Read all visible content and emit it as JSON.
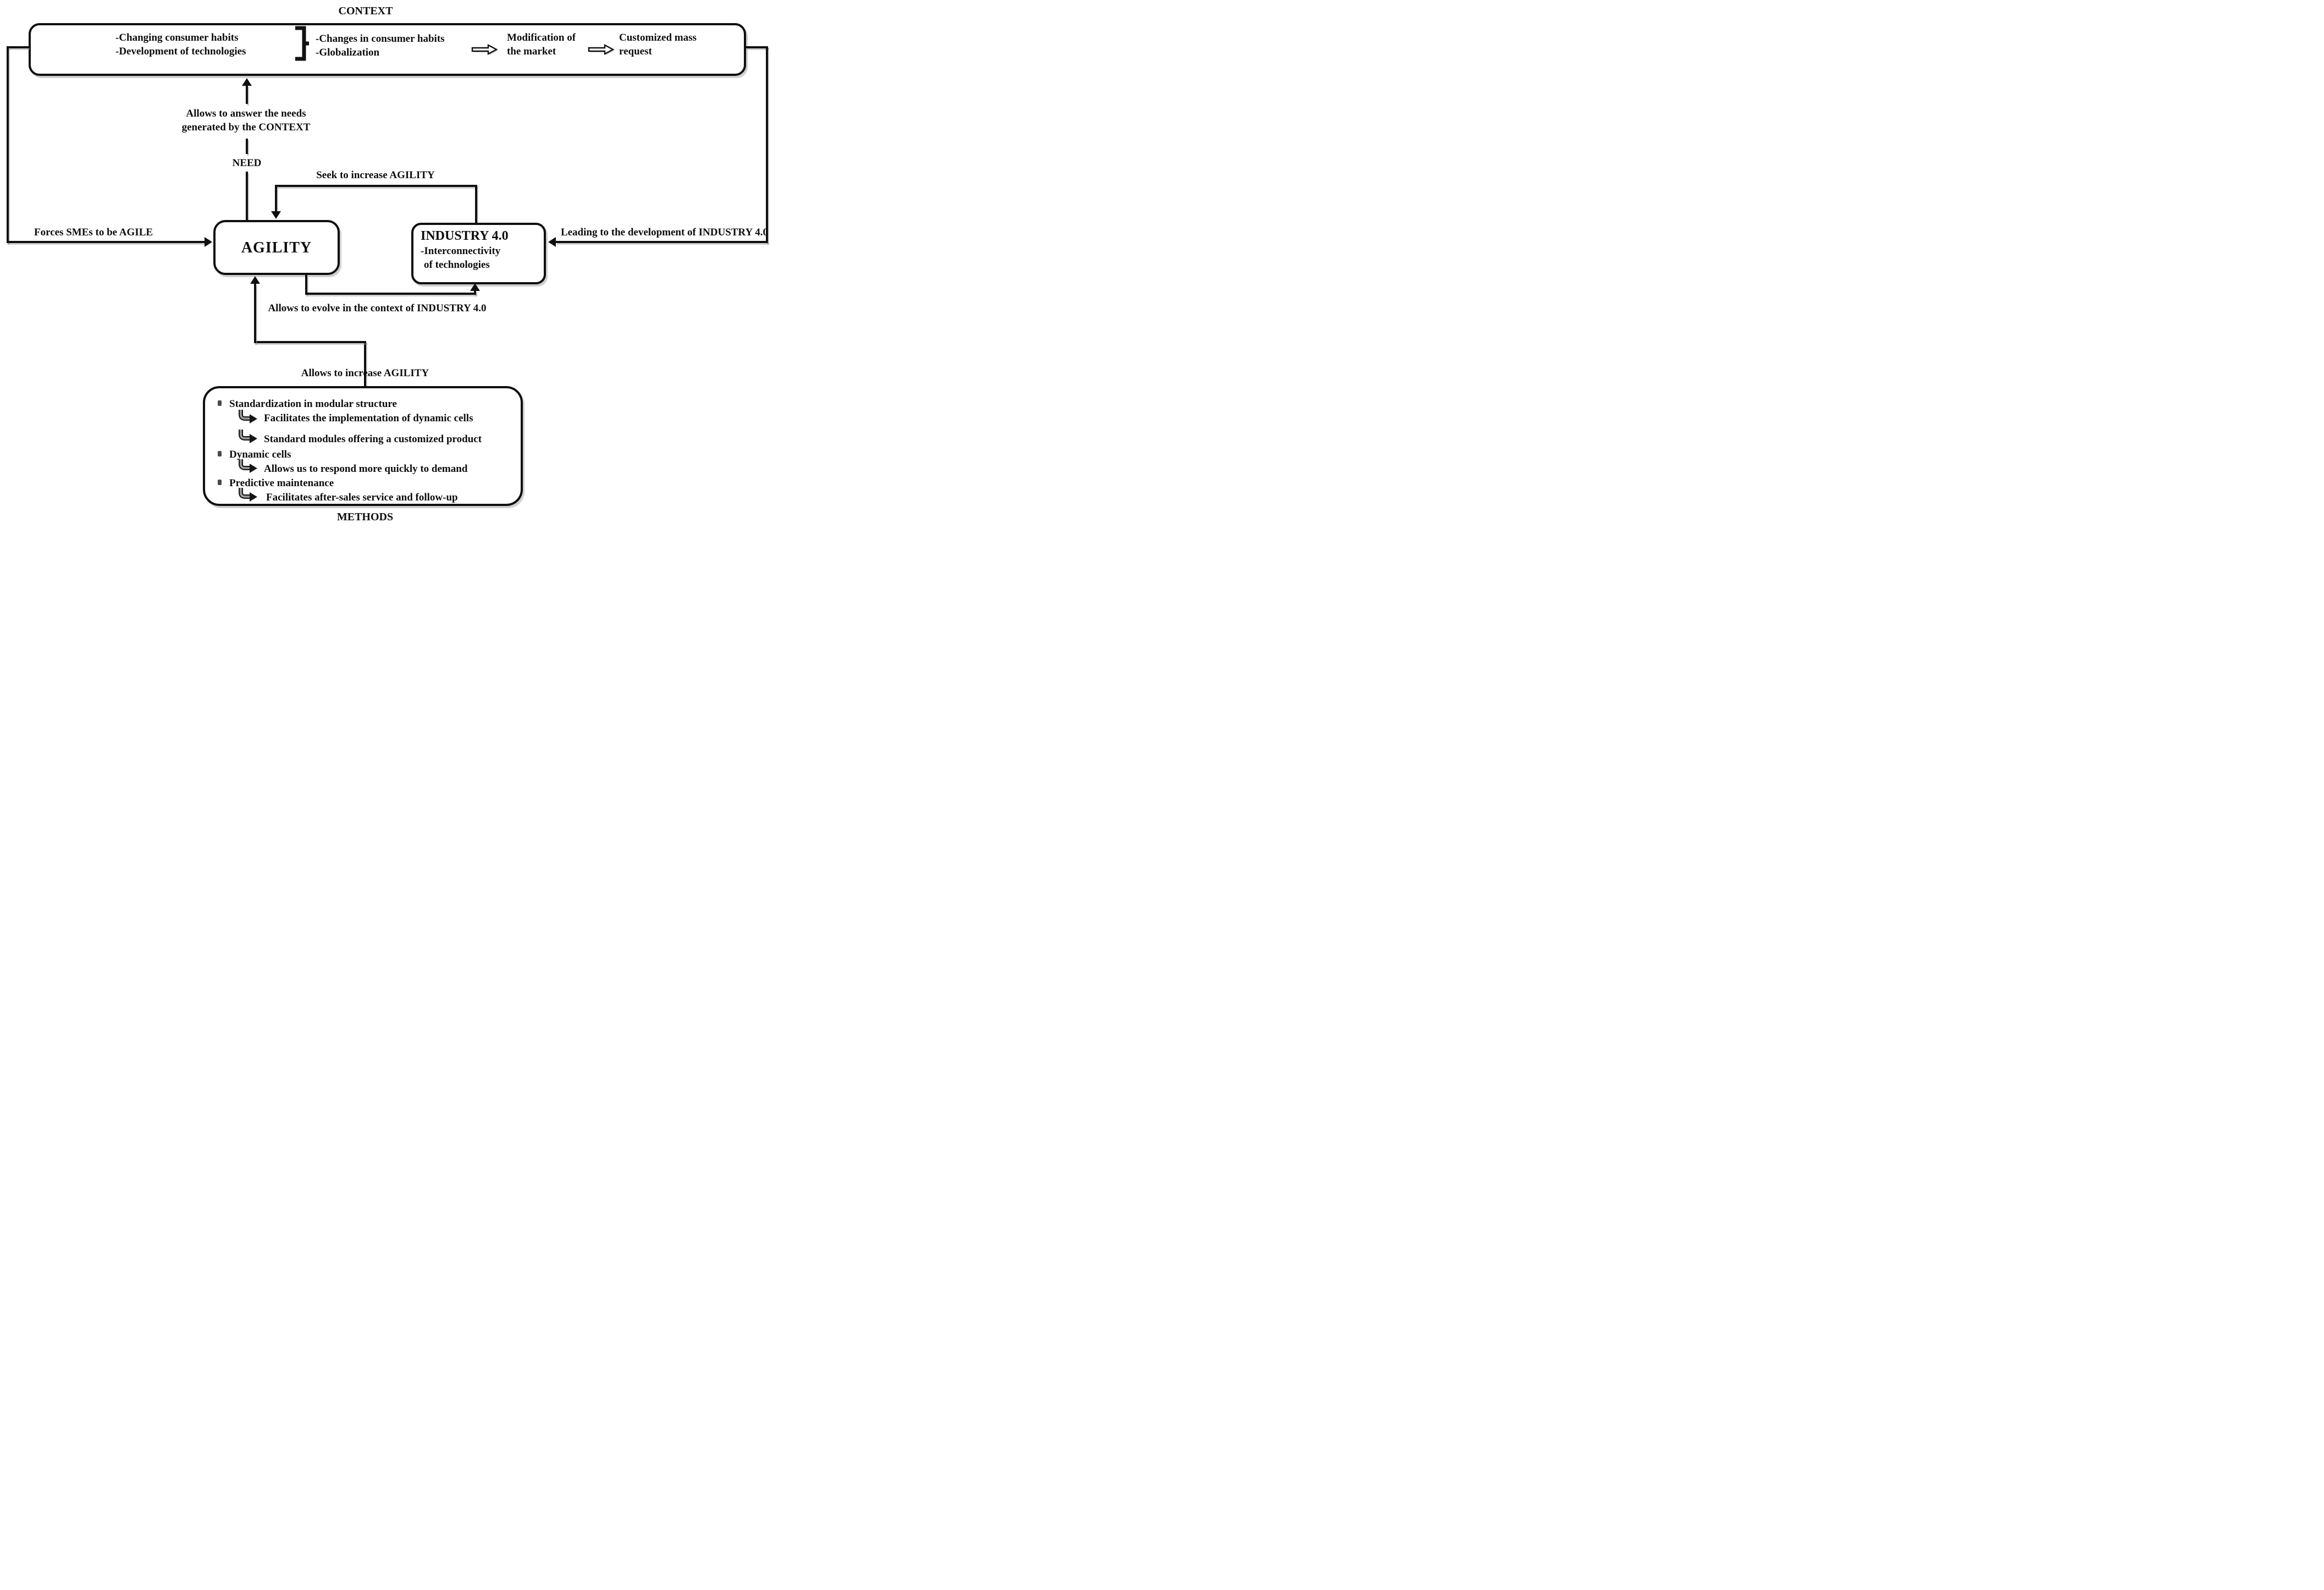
{
  "colors": {
    "ink": "#0d0d0d",
    "box_border": "#111111",
    "line": "#101010",
    "shadow_gray": "#b3b3b3",
    "background": "#ffffff"
  },
  "icons": {
    "curly_brace": "right-curly-brace }",
    "block_arrow": "outlined double right arrow ⇒",
    "hook_arrow": "bent hook right arrow ↪",
    "arrowheads": "solid black triangles up/down/left/right"
  },
  "context": {
    "title": "CONTEXT",
    "drivers": {
      "line1": "-Changing consumer habits",
      "line2": "-Development of technologies"
    },
    "effects": {
      "line1": "-Changes in consumer habits",
      "line2": "-Globalization"
    },
    "market": {
      "line1": "Modification of",
      "line2": "the market"
    },
    "request": {
      "line1": "Customized mass",
      "line2": "request"
    }
  },
  "need": {
    "caption_line1": "Allows to answer the needs",
    "caption_line2": "generated by the CONTEXT",
    "label": "NEED"
  },
  "agility": {
    "label": "AGILITY"
  },
  "industry": {
    "title": "INDUSTRY 4.0",
    "line1": "-Interconnectivity",
    "line2": "of technologies"
  },
  "edges": {
    "forces": "Forces SMEs to be AGILE",
    "seek": "Seek to increase AGILITY",
    "leading": "Leading to the development of INDUSTRY 4.0",
    "evolve": "Allows to evolve in the context of INDUSTRY 4.0",
    "increase": "Allows to increase AGILITY"
  },
  "methods": {
    "title": "METHODS",
    "items": [
      {
        "type": "bullet",
        "text": "Standardization in modular structure"
      },
      {
        "type": "hook",
        "text": "Facilitates the implementation of dynamic cells"
      },
      {
        "type": "hook",
        "text": "Standard modules offering a customized product"
      },
      {
        "type": "bullet",
        "text": "Dynamic cells"
      },
      {
        "type": "hook",
        "text": "Allows us to respond more quickly to demand"
      },
      {
        "type": "bullet",
        "text": "Predictive maintenance"
      },
      {
        "type": "hook",
        "text": "Facilitates after-sales service and follow-up"
      }
    ]
  }
}
